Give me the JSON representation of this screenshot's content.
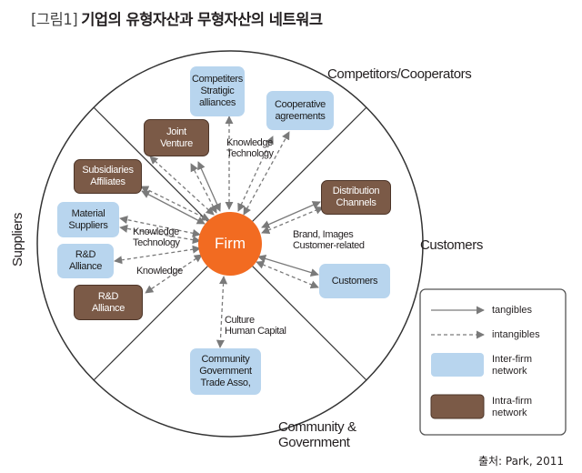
{
  "title": {
    "label": "[그림1]",
    "text": "기업의 유형자산과 무형자산의 네트워크"
  },
  "firm": "Firm",
  "segments": {
    "competitors": "Competitors/Cooperators",
    "customers": "Customers",
    "community": [
      "Community &",
      "Government"
    ],
    "suppliers": "Suppliers"
  },
  "nodes": {
    "competiters": [
      "Competiters",
      "Stratigic",
      "alliances"
    ],
    "cooperative": [
      "Cooperative",
      "agreements"
    ],
    "joint": [
      "Joint",
      "Venture"
    ],
    "subsidiaries": [
      "Subsidiaries",
      "Affiliates"
    ],
    "material": [
      "Material",
      "Suppliers"
    ],
    "rd_blue": [
      "R&D",
      "Alliance"
    ],
    "rd_brown": [
      "R&D",
      "Alliance"
    ],
    "distribution": [
      "Distribution",
      "Channels"
    ],
    "customers_box": [
      "Customers"
    ],
    "community_box": [
      "Community",
      "Government",
      "Trade Asso,"
    ]
  },
  "edge_labels": {
    "knowledge_tech_top": [
      "Knowledge",
      "Technology"
    ],
    "knowledge_tech_left": [
      "Knowledge",
      "Technology"
    ],
    "knowledge": "Knowledge",
    "brand": [
      "Brand, Images",
      "Customer-related"
    ],
    "culture": [
      "Culture",
      "Human Capital"
    ]
  },
  "legend": {
    "tangibles": "tangibles",
    "intangibles": "intangibles",
    "inter_firm": [
      "Inter-firm",
      "network"
    ],
    "intra_firm": [
      "Intra-firm",
      "network"
    ]
  },
  "source": "출처: Park, 2011",
  "colors": {
    "firm": "#f26b21",
    "blue": "#b8d5ee",
    "brown": "#7b5a47",
    "arrow": "#7a7a7a"
  }
}
